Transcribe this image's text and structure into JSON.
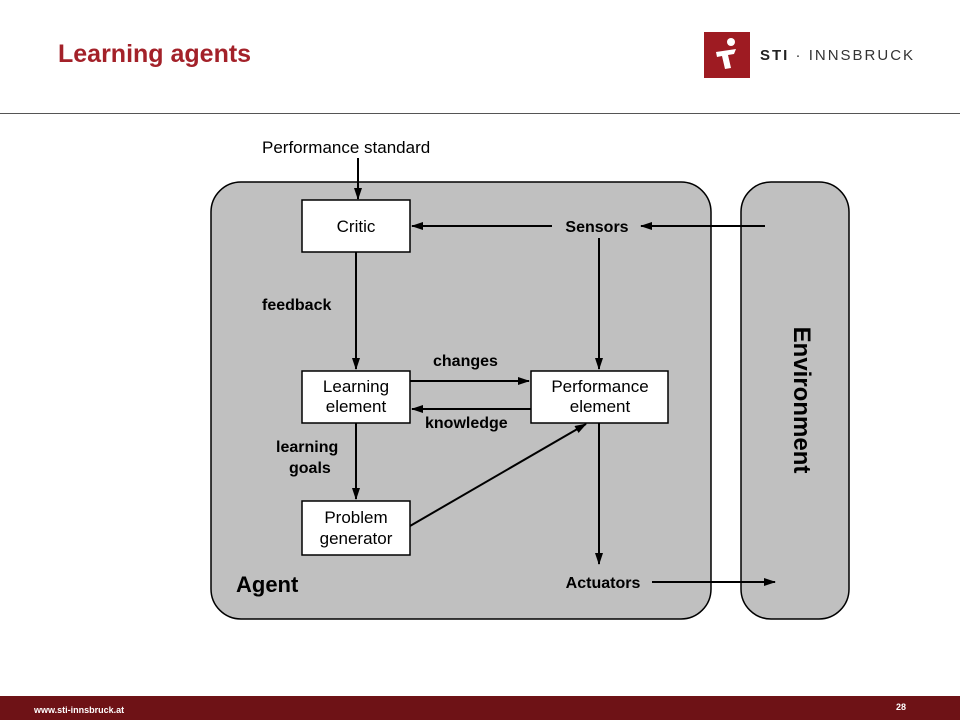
{
  "slide": {
    "title": "Learning agents",
    "page_number": "28",
    "footer_url": "www.sti-innsbruck.at"
  },
  "logo": {
    "brand": "STI",
    "separator": "·",
    "location": "INNSBRUCK",
    "color": "#9e1b22"
  },
  "colors": {
    "accent": "#a32129",
    "footer": "#6e1216",
    "diagram_fill": "#c0c0c0"
  },
  "diagram": {
    "performance_standard": "Performance standard",
    "agent_label": "Agent",
    "environment_label": "Environment",
    "boxes": {
      "critic": "Critic",
      "learning_element": [
        "Learning",
        "element"
      ],
      "performance_element": [
        "Performance",
        "element"
      ],
      "problem_generator": [
        "Problem",
        "generator"
      ]
    },
    "labels": {
      "sensors": "Sensors",
      "actuators": "Actuators",
      "feedback": "feedback",
      "changes": "changes",
      "knowledge": "knowledge",
      "learning_goals": [
        "learning",
        "goals"
      ]
    }
  }
}
